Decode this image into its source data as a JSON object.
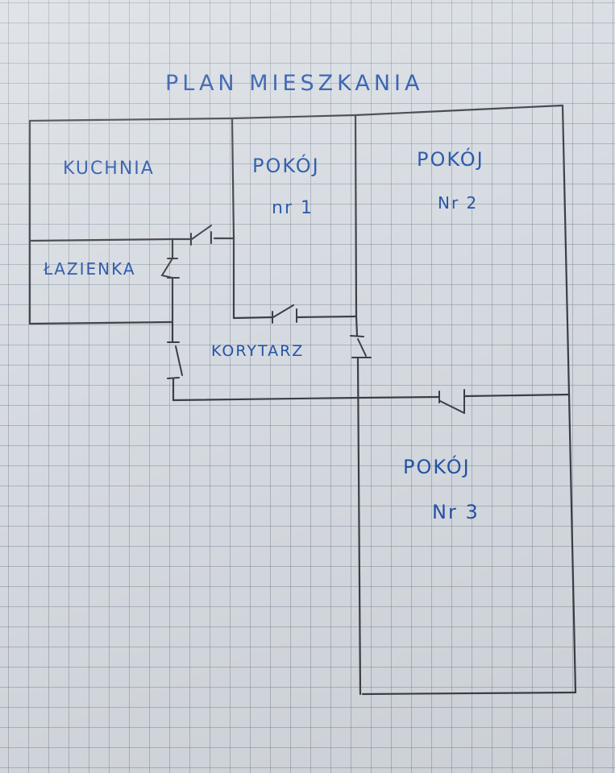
{
  "title": "PLAN MIESZKANIA",
  "rooms": {
    "kuchnia": {
      "label": "KUCHNIA"
    },
    "pokoj1": {
      "label": "POKÓJ",
      "number": "nr 1"
    },
    "pokoj2": {
      "label": "POKÓJ",
      "number": "Nr 2"
    },
    "lazienka": {
      "label": "ŁAZIENKA"
    },
    "korytarz": {
      "label": "KORYTARZ"
    },
    "pokoj3": {
      "label": "POKÓJ",
      "number": "Nr 3"
    }
  },
  "colors": {
    "ink": "#2553a8",
    "pencil": "#3c3f45",
    "paper": "#d6dbe1",
    "grid": "#8e97a3"
  }
}
